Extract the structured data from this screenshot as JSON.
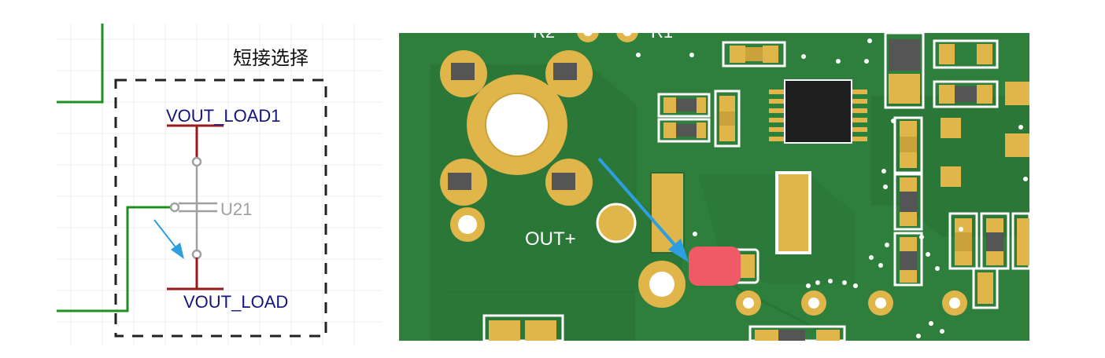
{
  "schematic": {
    "group_title": "短接选择",
    "net_top": "VOUT_LOAD1",
    "net_bottom": "VOUT_LOAD",
    "designator": "U21"
  },
  "pcb": {
    "silk_out": "OUT+",
    "silk_r2": "R2",
    "silk_r1": "R1"
  },
  "colors": {
    "board_green": "#2f7f3c",
    "pad_gold": "#e0b54a",
    "net_red": "#9a1a1a",
    "net_blue": "#141480",
    "wire_green": "#1f8f1f",
    "highlight_pad": "#f05a66",
    "arrow": "#2d9ee0"
  }
}
